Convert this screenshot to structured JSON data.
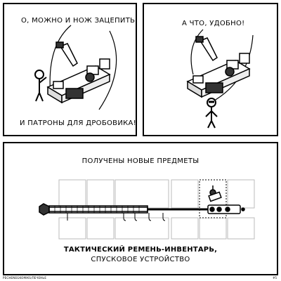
{
  "panel1": {
    "caption_top": "О, МОЖНО И НОЖ ЗАЦЕПИТЬ.",
    "caption_bottom": "И ПАТРОНЫ ДЛЯ ДРОБОВИКА!"
  },
  "panel2": {
    "caption_top": "А ЧТО, УДОБНО!"
  },
  "panel3": {
    "title": "ПОЛУЧЕНЫ НОВЫЕ ПРЕДМЕТЫ",
    "item_bold": "ТАКТИЧЕСКИЙ РЕМЕНЬ-ИНВЕНТАРЬ,",
    "item": "СПУСКОВОЕ УСТРОЙСТВО"
  },
  "footer": {
    "left": "PECHENEGKOMIKS/ПЕЧЕНЬЕ",
    "right": "#5"
  }
}
